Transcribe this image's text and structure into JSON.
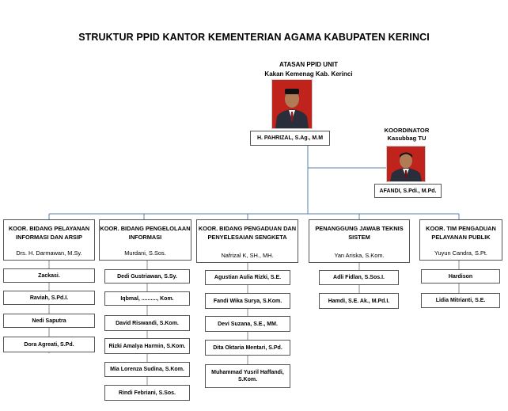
{
  "title": "STRUKTUR PPID KANTOR KEMENTERIAN AGAMA KABUPATEN KERINCI",
  "atasan": {
    "role": "ATASAN PPID UNIT",
    "subrole": "Kakan Kemenag Kab. Kerinci",
    "name": "H. PAHRIZAL, S.Ag., M.M"
  },
  "koordinator": {
    "role": "KOORDINATOR",
    "subrole": "Kasubbag TU",
    "name": "AFANDI, S.Pdi., M.Pd."
  },
  "divisions": [
    {
      "title": "KOOR. BIDANG PELAYANAN INFORMASI DAN ARSIP",
      "head": "Drs. H. Darmawan, M.Sy.",
      "members": [
        "Zackasi.",
        "Raviah, S.Pd.I.",
        "Nedi Saputra",
        "Dora Agreati, S.Pd."
      ]
    },
    {
      "title": "KOOR. BIDANG PENGELOLAAN INFORMASI",
      "head": "Murdani, S.Sos.",
      "members": [
        "Dedi Gustriawan, S.Sy.",
        "Iqbmal, .........., Kom.",
        "David Riswandi, S.Kom.",
        "Rizki Amalya Harmin, S.Kom.",
        "Mia Lorenza Sudina, S.Kom.",
        "Rindi Febriani, S.Sos."
      ]
    },
    {
      "title": "KOOR. BIDANG PENGADUAN DAN PENYELESAIAN SENGKETA",
      "head": "Nafrizal K, SH., MH.",
      "members": [
        "Agustian Aulia Rizki, S.E.",
        "Fandi Wika Surya, S.Kom.",
        "Devi Suzana, S.E., MM.",
        "Dita Oktaria Mentari, S.Pd.",
        "Muhammad Yusril Haffandi, S.Kom."
      ]
    },
    {
      "title": "PENANGGUNG JAWAB TEKNIS SISTEM",
      "head": "Yan Ariska, S.Kom.",
      "members": [
        "Adli Fidlan, S.Sos.I.",
        "Hamdi, S.E. Ak., M.Pd.I."
      ]
    },
    {
      "title": "KOOR. TIM PENGADUAN PELAYANAN PUBLIK",
      "head": "Yuyun Candra, S.Pt.",
      "members": [
        "Hardison",
        "Lidia Mitrianti, S.E."
      ]
    }
  ],
  "colors": {
    "connector": "#5b7fa8",
    "border": "#555555",
    "photo_bg": "#c0221c",
    "suit": "#2a2e3a"
  }
}
